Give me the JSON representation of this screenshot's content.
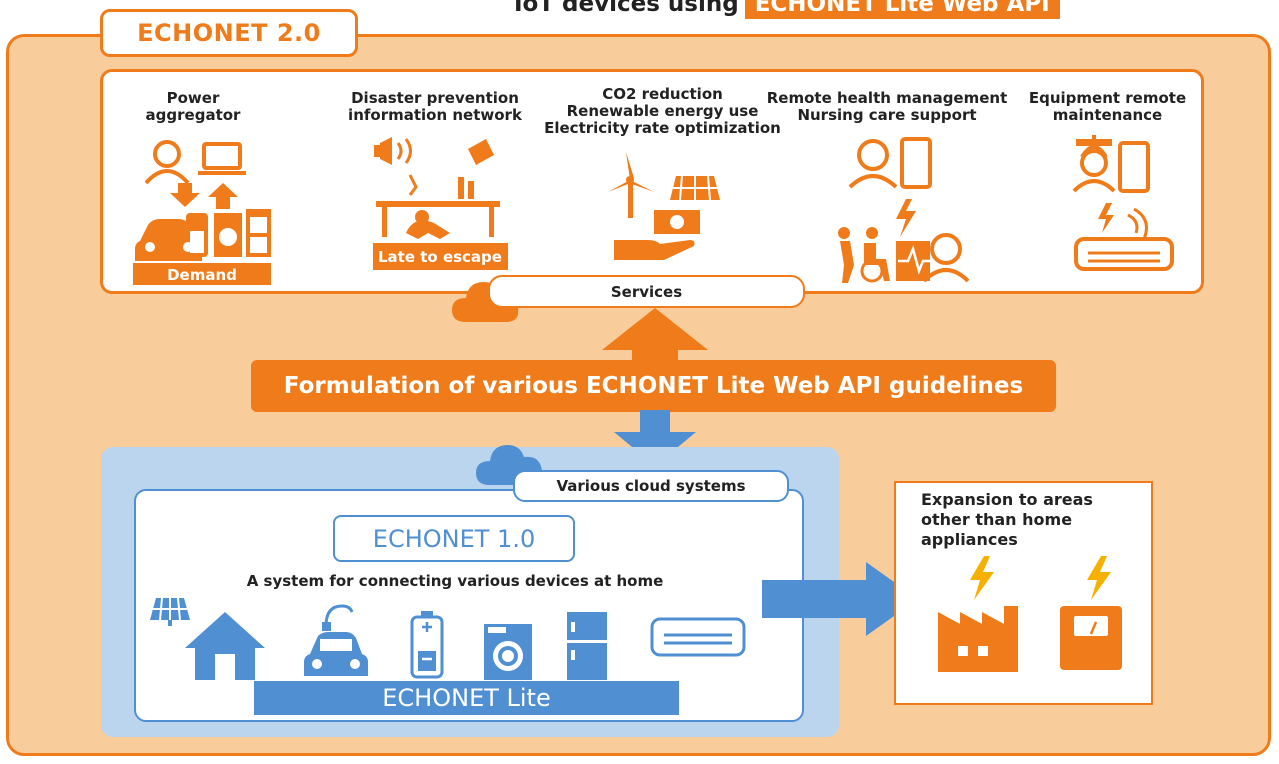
{
  "header": {
    "title": "ECHONET 2.0",
    "iot_caption_prefix": "IoT devices using",
    "iot_caption_highlight": "ECHONET Lite Web API"
  },
  "services": {
    "items": [
      {
        "label": "Power\naggregator",
        "tag": "Demand",
        "icon": "power-aggregator-icon"
      },
      {
        "label": "Disaster prevention\ninformation network",
        "tag": "Late to escape",
        "icon": "disaster-prevention-icon"
      },
      {
        "label": "CO2 reduction\nRenewable energy use\nElectricity rate optimization",
        "icon": "renewable-energy-icon"
      },
      {
        "label": "Remote health management\nNursing care support",
        "icon": "health-care-icon"
      },
      {
        "label": "Equipment remote\nmaintenance",
        "icon": "remote-maintenance-icon"
      }
    ],
    "bar_label": "Services"
  },
  "guidelines_label": "Formulation of various ECHONET Lite Web API guidelines",
  "cloud_label": "Various cloud systems",
  "echonet1": {
    "title": "ECHONET 1.0",
    "description": "A system for connecting various devices at home",
    "bus_label": "ECHONET Lite",
    "devices": [
      "solar-panel-icon",
      "house-icon",
      "electric-car-icon",
      "battery-icon",
      "washing-machine-icon",
      "refrigerator-icon",
      "air-conditioner-icon"
    ]
  },
  "expansion": {
    "label": "Expansion to areas\nother than home\nappliances",
    "icons": [
      "factory-icon",
      "scale-icon"
    ]
  },
  "colors": {
    "orange": "#ef7b1a",
    "peach": "#f9cd9b",
    "blue": "#4f8fd2",
    "light_blue": "#bcd5ef"
  }
}
